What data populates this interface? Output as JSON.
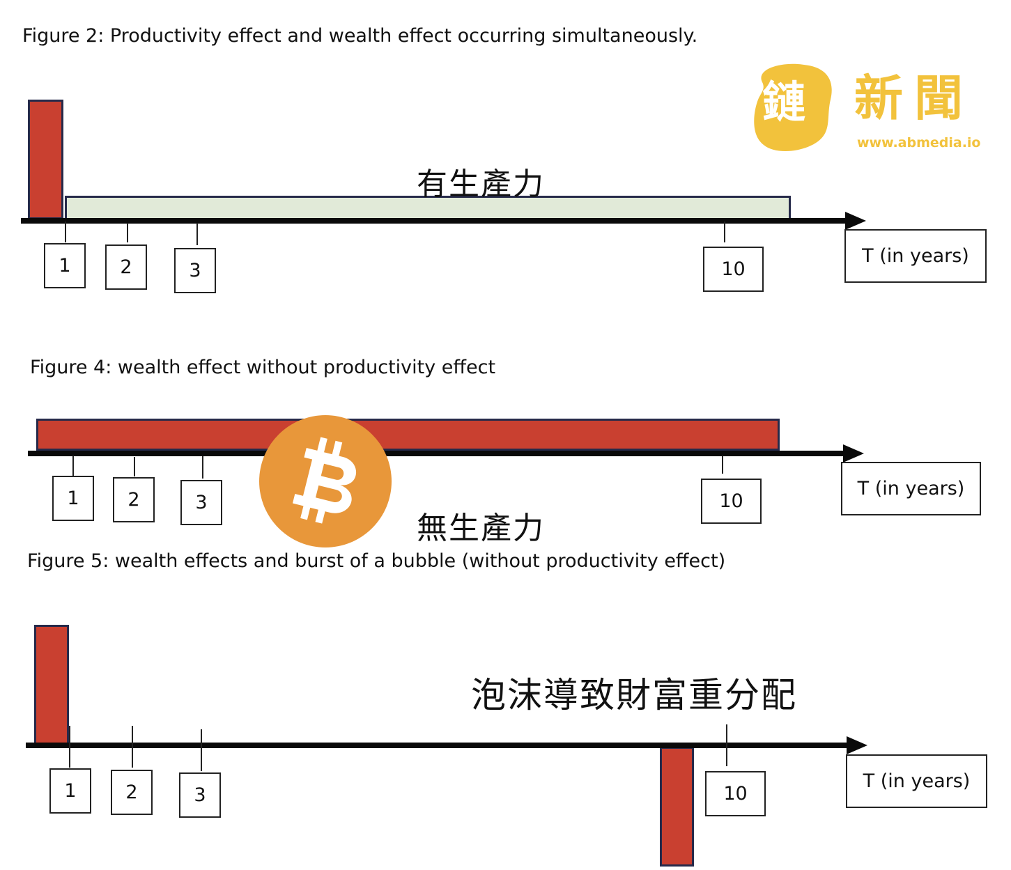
{
  "logo": {
    "char": "鏈",
    "name": "新聞",
    "url": "www.abmedia.io",
    "color": "#f2c23c"
  },
  "colors": {
    "bar_red": "#c94030",
    "bar_green": "#e1ead8",
    "bitcoin_orange": "#e8973a"
  },
  "fig2": {
    "caption": "Figure 2: Productivity effect and wealth effect occurring simultaneously.",
    "label_zh": "有生產力",
    "ticks": [
      "1",
      "2",
      "3",
      "10"
    ],
    "unit": "T (in years)"
  },
  "fig4": {
    "caption": "Figure 4: wealth effect without productivity effect",
    "label_zh": "無生產力",
    "ticks": [
      "1",
      "2",
      "3",
      "10"
    ],
    "unit": "T (in years)"
  },
  "fig5": {
    "caption": "Figure 5: wealth effects and burst of a bubble (without productivity effect)",
    "label_zh": "泡沫導致財富重分配",
    "ticks": [
      "1",
      "2",
      "3",
      "10"
    ],
    "unit": "T (in years)"
  },
  "bitcoin_icon": "bitcoin-icon"
}
